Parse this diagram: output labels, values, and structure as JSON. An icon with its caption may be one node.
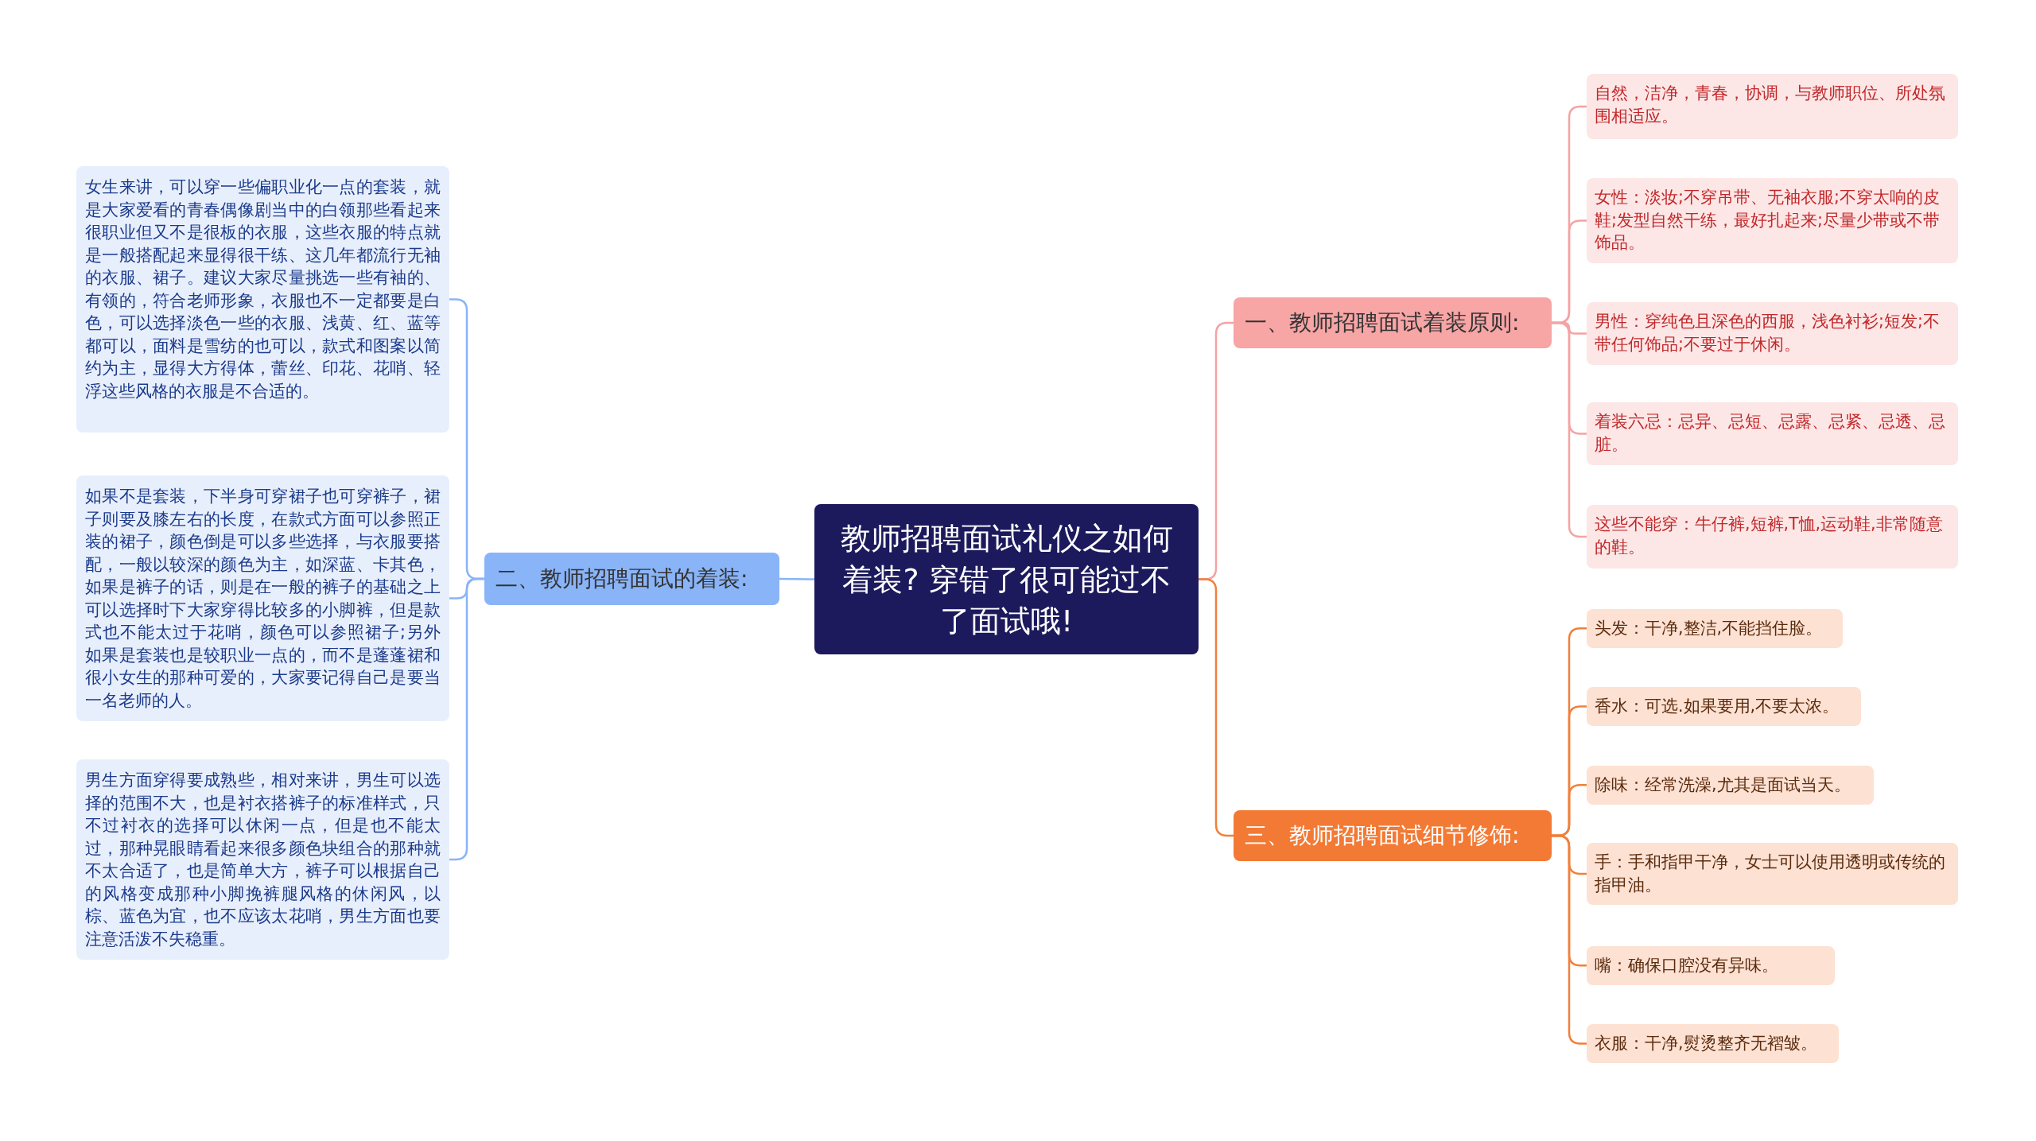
{
  "diagram": {
    "nodes": [
      {
        "text": [
          "教师招聘面试礼仪之如何着装? 穿错了很可能过不了面试哦!"
        ]
      },
      {
        "text": [
          "一、教师招聘面试着装原则:"
        ]
      },
      {
        "text": [
          "自然，洁净，青春，协调，与教师职位、所处氛围相适应。"
        ]
      },
      {
        "text": [
          "女性：淡妆;不穿吊带、无袖衣服;不穿太响的皮鞋;发型自然干练，最好扎起来;尽量少带或不带饰品。"
        ]
      },
      {
        "text": [
          "男性：穿纯色且深色的西服，浅色衬衫;短发;不带任何饰品;不要过于休闲。"
        ]
      },
      {
        "text": [
          "着装六忌：忌异、忌短、忌露、忌紧、忌透、忌脏。"
        ]
      },
      {
        "text": [
          "这些不能穿：牛仔裤,短裤,T恤,运动鞋,非常随意的鞋。"
        ]
      },
      {
        "text": [
          "三、教师招聘面试细节修饰:"
        ]
      },
      {
        "text": [
          "头发：干净,整洁,不能挡住脸。"
        ]
      },
      {
        "text": [
          "香水：可选.如果要用,不要太浓。"
        ]
      },
      {
        "text": [
          "除味：经常洗澡,尤其是面试当天。"
        ]
      },
      {
        "text": [
          "手：手和指甲干净，女士可以使用透明或传统的指甲油。"
        ]
      },
      {
        "text": [
          "嘴：确保口腔没有异味。"
        ]
      },
      {
        "text": [
          "衣服：干净,熨烫整齐无褶皱。"
        ]
      },
      {
        "text": [
          "二、教师招聘面试的着装:"
        ]
      },
      {
        "text": [
          "女生来讲，可以穿一些偏职业化一点的套装，就是大家爱看的青春偶像剧当中的白领那些看起来很职业但又不是很板的衣服，这些衣服的特点就是一般搭配起来显得很干练、这几年都流行无袖的衣服、裙子。建议大家尽量挑选一些有袖的、有领的，符合老师形象，衣服也不一定都要是白色，可以选择淡色一些的衣服、浅黄、红、蓝等都可以，面料是雪纺的也可以，款式和图案以简约为主，显得大方得体，蕾丝、印花、花哨、轻浮这些风格的衣服是不合适的。"
        ]
      },
      {
        "text": [
          "如果不是套装，下半身可穿裙子也可穿裤子，裙子则要及膝左右的长度，在款式方面可以参照正装的裙子，颜色倒是可以多些选择，与衣服要搭配，一般以较深的颜色为主，如深蓝、卡其色，如果是裤子的话，则是在一般的裤子的基础之上可以选择时下大家穿得比较多的小脚裤，但是款式也不能太过于花哨，颜色可以参照裙子;另外如果是套装也是较职业一点的，而不是蓬蓬裙和很小女生的那种可爱的，大家要记得自己是要当一名老师的人。"
        ]
      },
      {
        "text": [
          "男生方面穿得要成熟些，相对来讲，男生可以选择的范围不大，也是衬衣搭裤子的标准样式，只不过衬衣的选择可以休闲一点，但是也不能太过，那种晃眼睛看起来很多颜色块组合的那种就不太合适了，也是简单大方，裤子可以根据自己的风格变成那种小脚挽裤腿风格的休闲风，以棕、蓝色为宜，也不应该太花哨，男生方面也要注意活泼不失稳重。"
        ]
      }
    ],
    "edges": [
      {
        "from": 0,
        "to": 1,
        "arrow": "none",
        "color": "#f4a3a3"
      },
      {
        "from": 1,
        "to": 2,
        "arrow": "none",
        "color": "#f4a3a3"
      },
      {
        "from": 1,
        "to": 3,
        "arrow": "none",
        "color": "#f4a3a3"
      },
      {
        "from": 1,
        "to": 4,
        "arrow": "none",
        "color": "#f4a3a3"
      },
      {
        "from": 1,
        "to": 5,
        "arrow": "none",
        "color": "#f4a3a3"
      },
      {
        "from": 1,
        "to": 6,
        "arrow": "none",
        "color": "#f4a3a3"
      },
      {
        "from": 0,
        "to": 7,
        "arrow": "none",
        "color": "#f0803c"
      },
      {
        "from": 7,
        "to": 8,
        "arrow": "none",
        "color": "#f0803c"
      },
      {
        "from": 7,
        "to": 9,
        "arrow": "none",
        "color": "#f0803c"
      },
      {
        "from": 7,
        "to": 10,
        "arrow": "none",
        "color": "#f0803c"
      },
      {
        "from": 7,
        "to": 11,
        "arrow": "none",
        "color": "#f0803c"
      },
      {
        "from": 7,
        "to": 12,
        "arrow": "none",
        "color": "#f0803c"
      },
      {
        "from": 7,
        "to": 13,
        "arrow": "none",
        "color": "#f0803c"
      },
      {
        "from": 0,
        "to": 14,
        "arrow": "none",
        "color": "#8ab4f8"
      },
      {
        "from": 14,
        "to": 15,
        "arrow": "none",
        "color": "#8ab4f8"
      },
      {
        "from": 14,
        "to": 16,
        "arrow": "none",
        "color": "#8ab4f8"
      },
      {
        "from": 14,
        "to": 17,
        "arrow": "none",
        "color": "#8ab4f8"
      }
    ]
  }
}
